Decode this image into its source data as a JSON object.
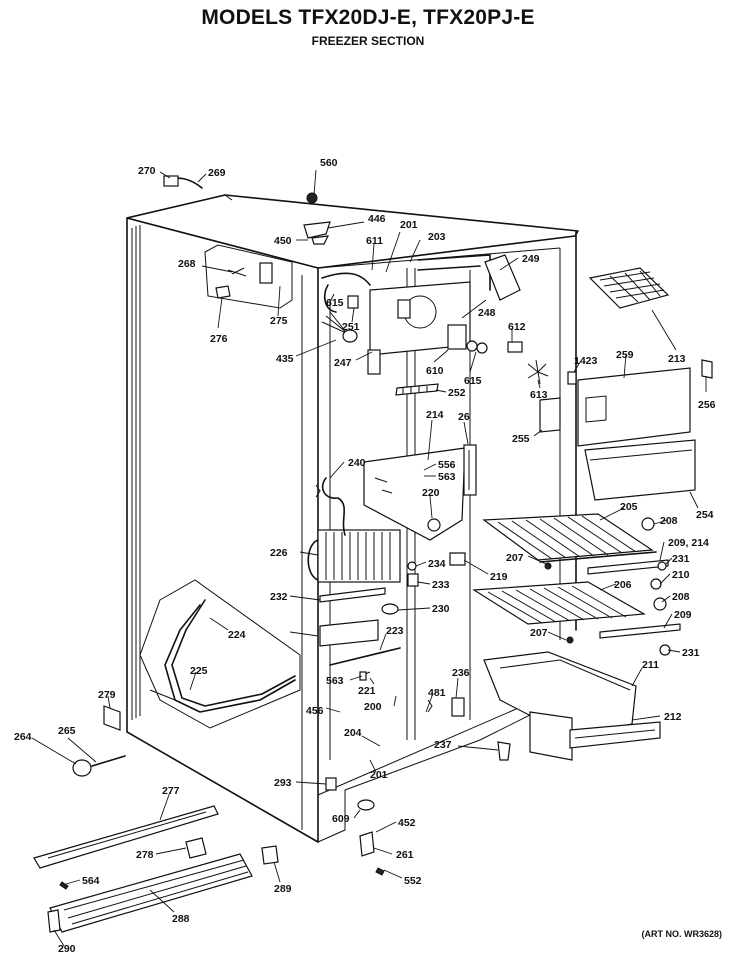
{
  "title": "MODELS TFX20DJ-E, TFX20PJ-E",
  "subtitle": "FREEZER SECTION",
  "art_no": "(ART NO. WR3628)",
  "part_labels": [
    "270",
    "269",
    "560",
    "446",
    "450",
    "201",
    "203",
    "611",
    "249",
    "268",
    "615",
    "251",
    "248",
    "612",
    "276",
    "275",
    "435",
    "247",
    "610",
    "615",
    "1423",
    "259",
    "213",
    "256",
    "613",
    "252",
    "214",
    "26",
    "255",
    "240",
    "556",
    "563",
    "220",
    "254",
    "205",
    "208",
    "226",
    "234",
    "207",
    "209, 214",
    "231",
    "219",
    "233",
    "210",
    "206",
    "208",
    "232",
    "230",
    "224",
    "209",
    "231",
    "223",
    "207",
    "225",
    "211",
    "279",
    "563",
    "221",
    "236",
    "212",
    "456",
    "200",
    "481",
    "264",
    "265",
    "204",
    "237",
    "293",
    "201",
    "277",
    "609",
    "452",
    "278",
    "261",
    "564",
    "289",
    "552",
    "288",
    "290"
  ]
}
